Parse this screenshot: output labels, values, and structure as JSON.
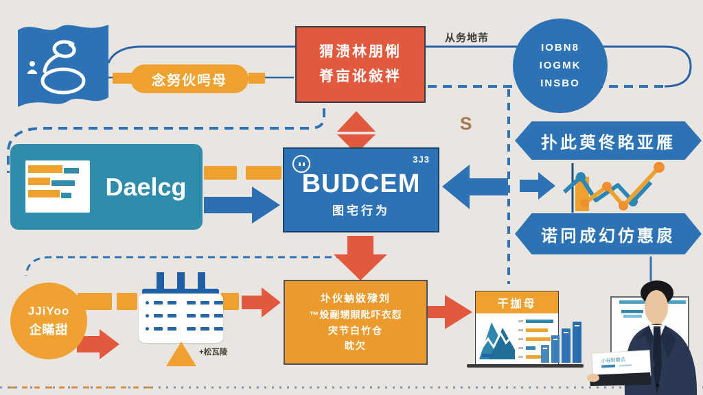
{
  "colors": {
    "blue": "#2d72b5",
    "teal": "#2f8dab",
    "orange": "#efa12f",
    "red_orange": "#e2593e",
    "background": "#e9e6e2",
    "dark_text": "#3a3a3a",
    "suit_navy": "#2b3854"
  },
  "top": {
    "pill_label": "念努伙呺母",
    "process_box": {
      "line1": "猬溃林朋悧",
      "line2": "脊亩讹敍袢"
    },
    "service_label": "从务地芾",
    "circle_badge": {
      "line1": "IOBN8",
      "line2": "IOGMK",
      "line3": "INSBO"
    }
  },
  "middle": {
    "module_box": {
      "label": "Daelcg"
    },
    "main_box": {
      "title": "BUDCEM",
      "subtitle": "图宅行为",
      "corner_tag": "3J3"
    },
    "s_marker": "S",
    "banner_top": "扑此萸佟眳亚雁",
    "banner_bottom": "诺冋成幻仿惠扊"
  },
  "bottom": {
    "circle_badge": {
      "line1": "JJiYoo",
      "line2": "企瞞甜"
    },
    "calendar_note": "+松瓦陵",
    "detail_box": {
      "line1": "圤伙蚋敚殔刘",
      "line2": "™炈㓰甥賏阰吓衣㤠",
      "line3": "宊节白竹仓",
      "line4": "眈欠"
    },
    "dashboard_card": {
      "header": "干拁母"
    },
    "presenter_card_text": "小在财期讥"
  },
  "chart_data": [
    {
      "type": "line",
      "title": "mini-trend-chart",
      "x": [
        1,
        2,
        3,
        4,
        5,
        6
      ],
      "series": [
        {
          "name": "blue-series",
          "values": [
            50,
            28,
            62,
            40,
            64,
            36
          ]
        },
        {
          "name": "orange-series",
          "values": [
            66,
            42,
            70,
            14
          ]
        }
      ],
      "xlabel": "",
      "ylabel": ""
    },
    {
      "type": "bar",
      "title": "mini-dashboard-bars",
      "categories": [
        "1",
        "2",
        "3",
        "4"
      ],
      "values": [
        26,
        40,
        50,
        60
      ]
    }
  ]
}
